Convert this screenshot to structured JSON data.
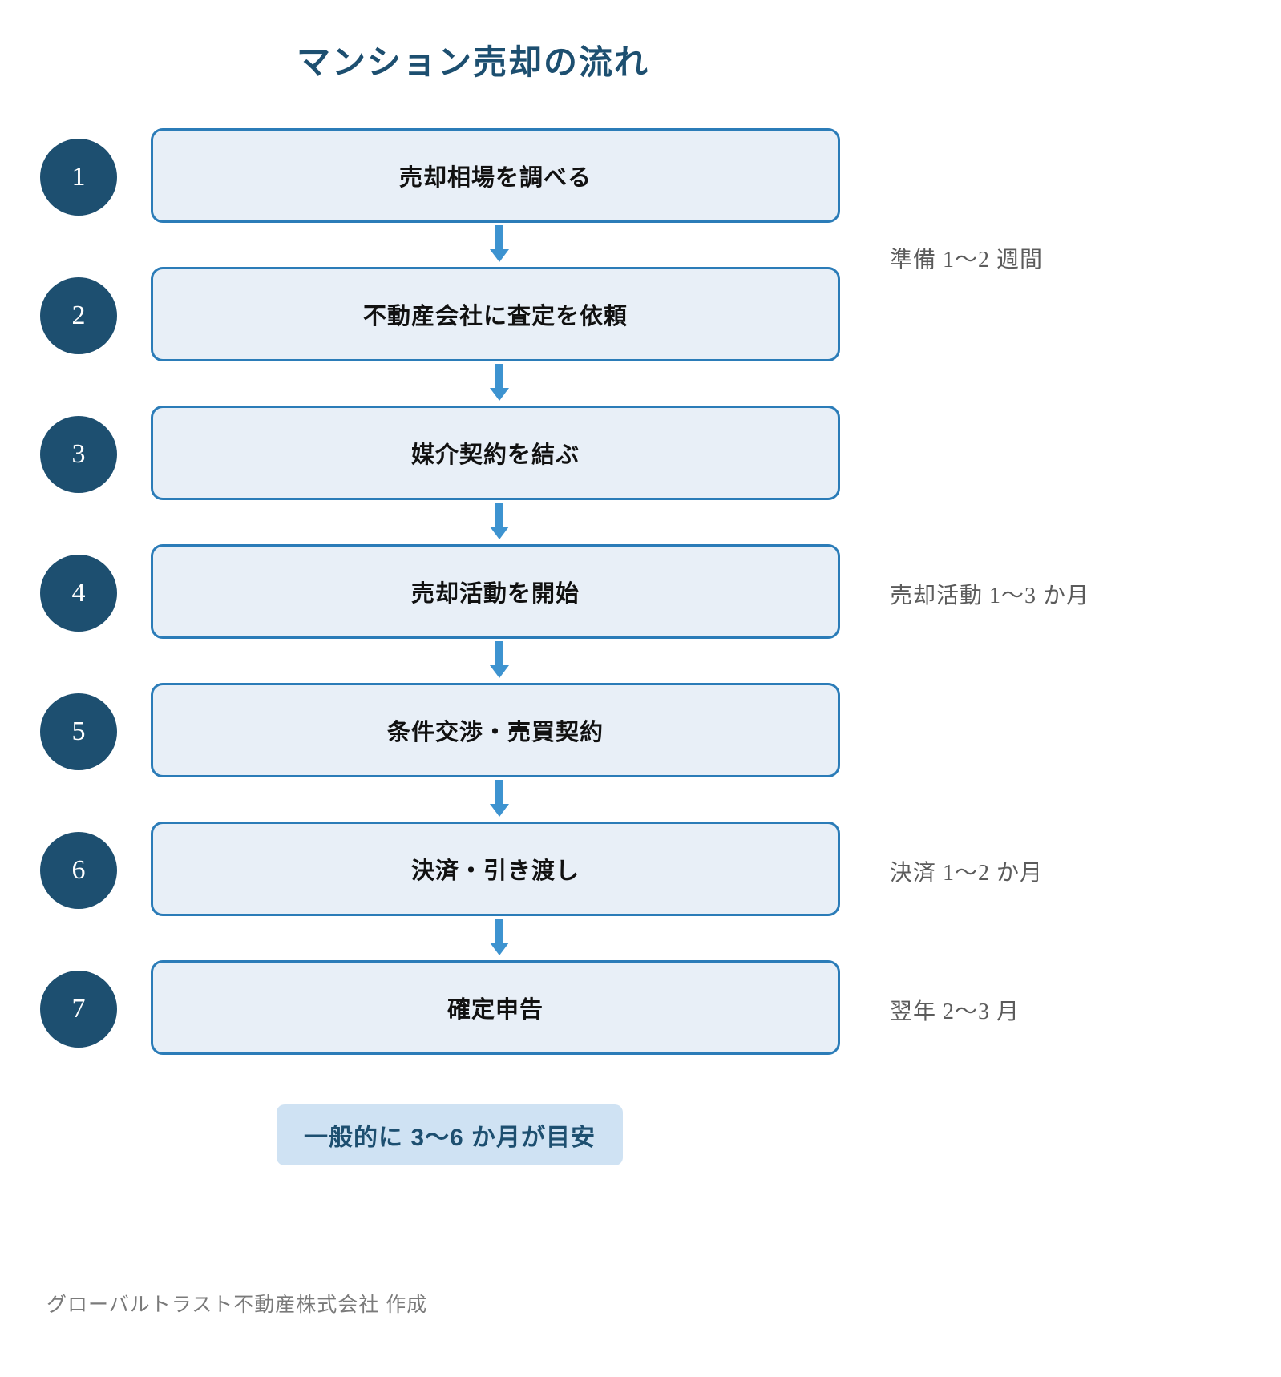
{
  "title": "マンション売却の流れ",
  "theme": {
    "title_color": "#1d4f70",
    "badge_circle_color": "#1d4f70",
    "box_fill": "#e8eff7",
    "box_border": "#2b7cb8",
    "arrow_color": "#3d93d0",
    "annotation_color": "#5b5b5b",
    "summary_fill": "#cfe2f3",
    "summary_text_color": "#1d4f70",
    "footer_color": "#7a7a7a"
  },
  "steps": [
    {
      "number": "1",
      "label": "売却相場を調べる",
      "annotation": "準備 1〜2 週間"
    },
    {
      "number": "2",
      "label": "不動産会社に査定を依頼",
      "annotation": ""
    },
    {
      "number": "3",
      "label": "媒介契約を結ぶ",
      "annotation": ""
    },
    {
      "number": "4",
      "label": "売却活動を開始",
      "annotation": "売却活動 1〜3 か月"
    },
    {
      "number": "5",
      "label": "条件交渉・売買契約",
      "annotation": ""
    },
    {
      "number": "6",
      "label": "決済・引き渡し",
      "annotation": "決済 1〜2 か月"
    },
    {
      "number": "7",
      "label": "確定申告",
      "annotation": "翌年 2〜3 月"
    }
  ],
  "summary": "一般的に 3〜6 か月が目安",
  "footer": "グローバルトラスト不動産株式会社 作成"
}
